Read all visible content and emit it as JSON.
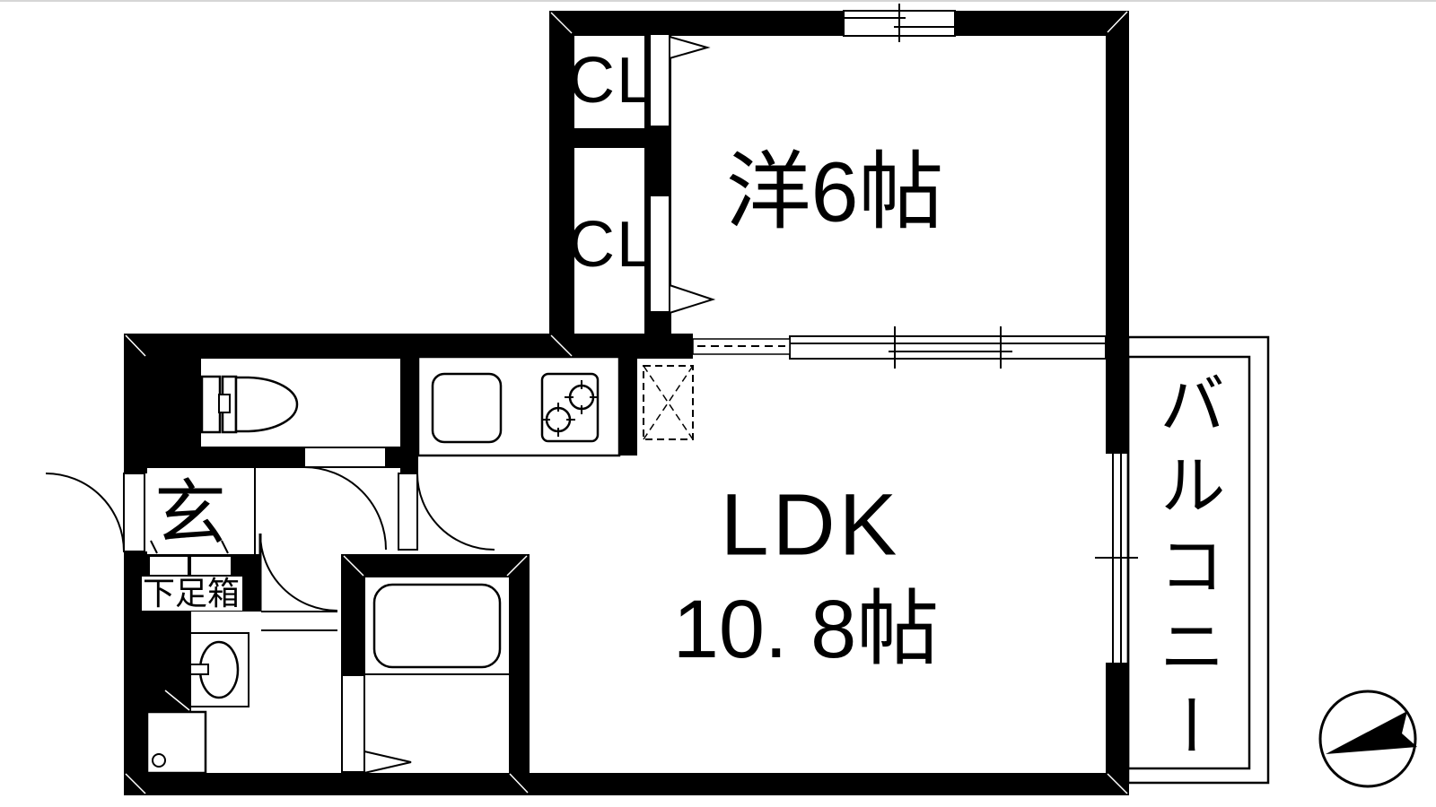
{
  "plan": {
    "rooms": {
      "western_room": {
        "label": "洋6帖"
      },
      "closet_upper": {
        "label": "CL"
      },
      "closet_lower": {
        "label": "CL"
      },
      "ldk": {
        "label": "LDK",
        "size": "10. 8帖"
      },
      "balcony": {
        "label": "バルコニー"
      },
      "entrance": {
        "label": "玄"
      },
      "shoe_cabinet": {
        "label": "下足箱"
      }
    },
    "colors": {
      "wall": "#000000",
      "floor": "#ffffff",
      "line": "#000000"
    },
    "fixtures": [
      "toilet-icon",
      "kitchen-sink-icon",
      "gas-stove-icon",
      "refrigerator-space-icon",
      "bathtub-icon",
      "washbasin-icon",
      "washing-machine-pan-icon",
      "compass-icon"
    ]
  }
}
